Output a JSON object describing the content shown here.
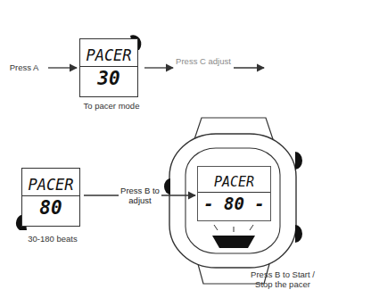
{
  "diagram": {
    "nodes": [
      {
        "text": [
          "PACER",
          "30"
        ]
      },
      {
        "text": [
          "PACER",
          "80"
        ]
      },
      {
        "text": [
          "PACER",
          "- 80 -"
        ]
      }
    ],
    "edges": [
      {
        "from": 1,
        "to": 2,
        "arrow": "to",
        "label": "Press B to adjust"
      }
    ],
    "labels": [
      "Press A",
      "To pacer mode",
      "Press C adjust",
      "30-180 beats",
      "Press B to Start / Stop the pacer"
    ]
  }
}
